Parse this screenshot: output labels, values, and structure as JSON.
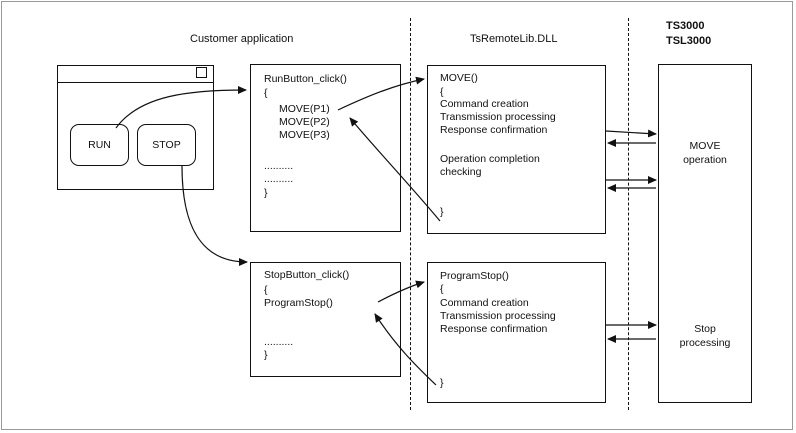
{
  "headers": {
    "customer": "Customer application",
    "lib": "TsRemoteLib.DLL",
    "ts3000": "TS3000",
    "tsl3000": "TSL3000"
  },
  "window": {
    "run_label": "RUN",
    "stop_label": "STOP"
  },
  "run_handler": {
    "lines": [
      "RunButton_click()",
      "{",
      "MOVE(P1)",
      "MOVE(P2)",
      "MOVE(P3)",
      "..........",
      "..........",
      "}"
    ]
  },
  "stop_handler": {
    "lines": [
      "StopButton_click()",
      "{",
      "ProgramStop()",
      "..........",
      "}"
    ]
  },
  "move_lib": {
    "lines": [
      "MOVE()",
      "{",
      "Command creation",
      "Transmission processing",
      "Response confirmation",
      "Operation completion",
      "checking",
      "}"
    ]
  },
  "stop_lib": {
    "lines": [
      "ProgramStop()",
      "{",
      "Command creation",
      "Transmission processing",
      "Response confirmation",
      "}"
    ]
  },
  "controller": {
    "move_line1": "MOVE",
    "move_line2": "operation",
    "stop_line1": "Stop",
    "stop_line2": "processing"
  }
}
